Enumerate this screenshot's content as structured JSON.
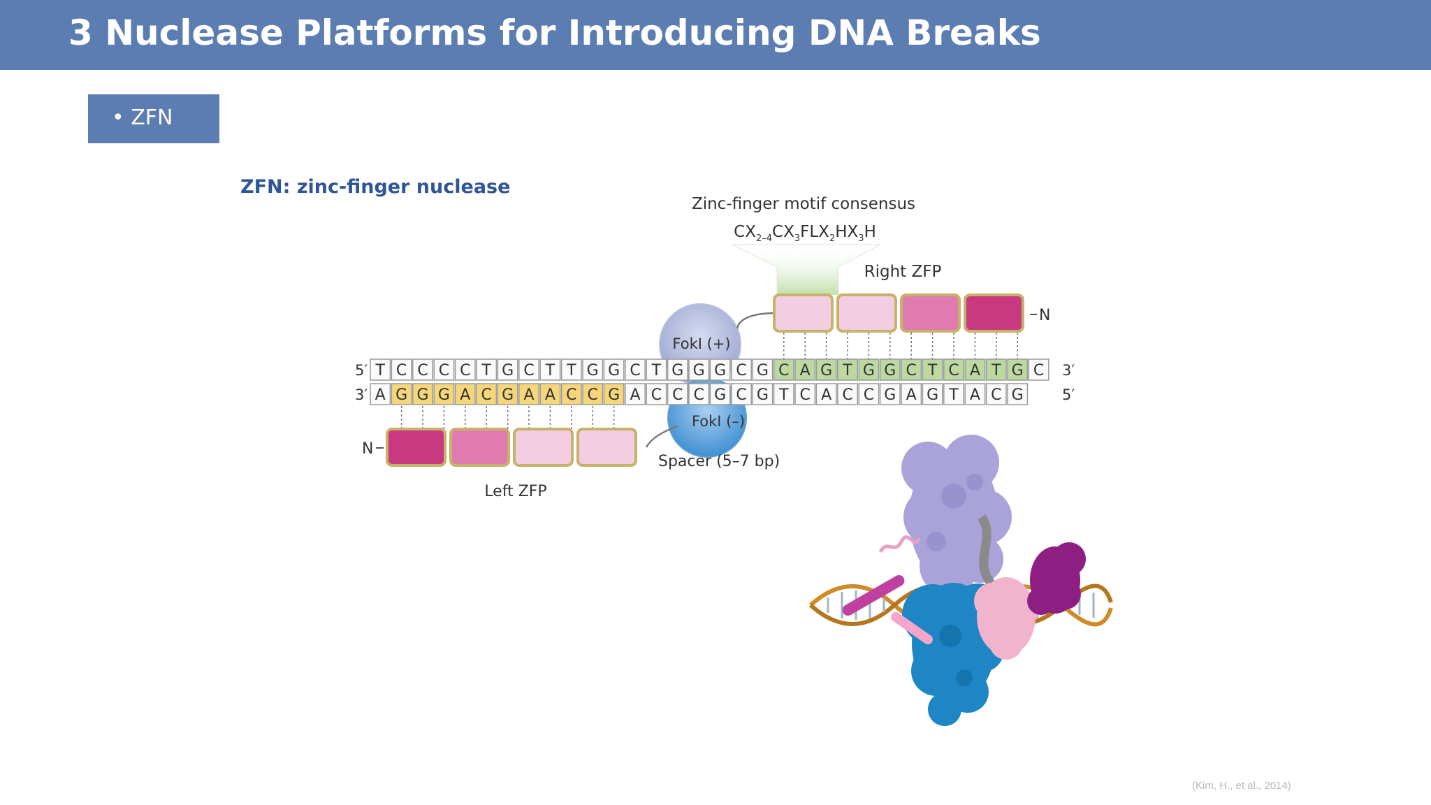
{
  "slide": {
    "title": "3   Nuclease Platforms for Introducing DNA Breaks",
    "bullet": "• ZFN",
    "subtitle": "ZFN:  zinc-finger nuclease",
    "citation": "(Kim, H., et al., 2014)"
  },
  "diagram": {
    "motif_label": "Zinc-finger motif consensus",
    "motif_formula": "CX2-4CX3FLX2HX3H",
    "right_zfp_label": "Right ZFP",
    "left_zfp_label": "Left ZFP",
    "spacer_label": "Spacer (5–7 bp)",
    "fokl_plus": "FokI (+)",
    "fokl_minus": "FokI (–)",
    "n_terminus": "N",
    "top_strand": {
      "five_label": "5′",
      "three_label": "3′",
      "bases": [
        "T",
        "C",
        "C",
        "C",
        "C",
        "T",
        "G",
        "C",
        "T",
        "T",
        "G",
        "G",
        "C",
        "T",
        "G",
        "G",
        "G",
        "C",
        "G",
        "C",
        "A",
        "G",
        "T",
        "G",
        "G",
        "C",
        "T",
        "C",
        "A",
        "T",
        "G",
        "C"
      ]
    },
    "bottom_strand": {
      "five_label": "5′",
      "three_label": "3′",
      "bases": [
        "A",
        "G",
        "G",
        "G",
        "A",
        "C",
        "G",
        "A",
        "A",
        "C",
        "C",
        "G",
        "A",
        "C",
        "C",
        "C",
        "G",
        "C",
        "G",
        "T",
        "C",
        "A",
        "C",
        "C",
        "G",
        "A",
        "G",
        "T",
        "A",
        "C",
        "G"
      ]
    },
    "colors": {
      "title_bar": "#5b7db1",
      "subtitle": "#2f5597",
      "left_binding_site": "#f6d67a",
      "right_binding_site": "#bcd9a2",
      "zinc_finger_dark": "#c8397f",
      "zinc_finger_light": "#f3cde2",
      "fokl_plus": "#aab4d8",
      "fokl_minus": "#5a9ed8"
    }
  }
}
